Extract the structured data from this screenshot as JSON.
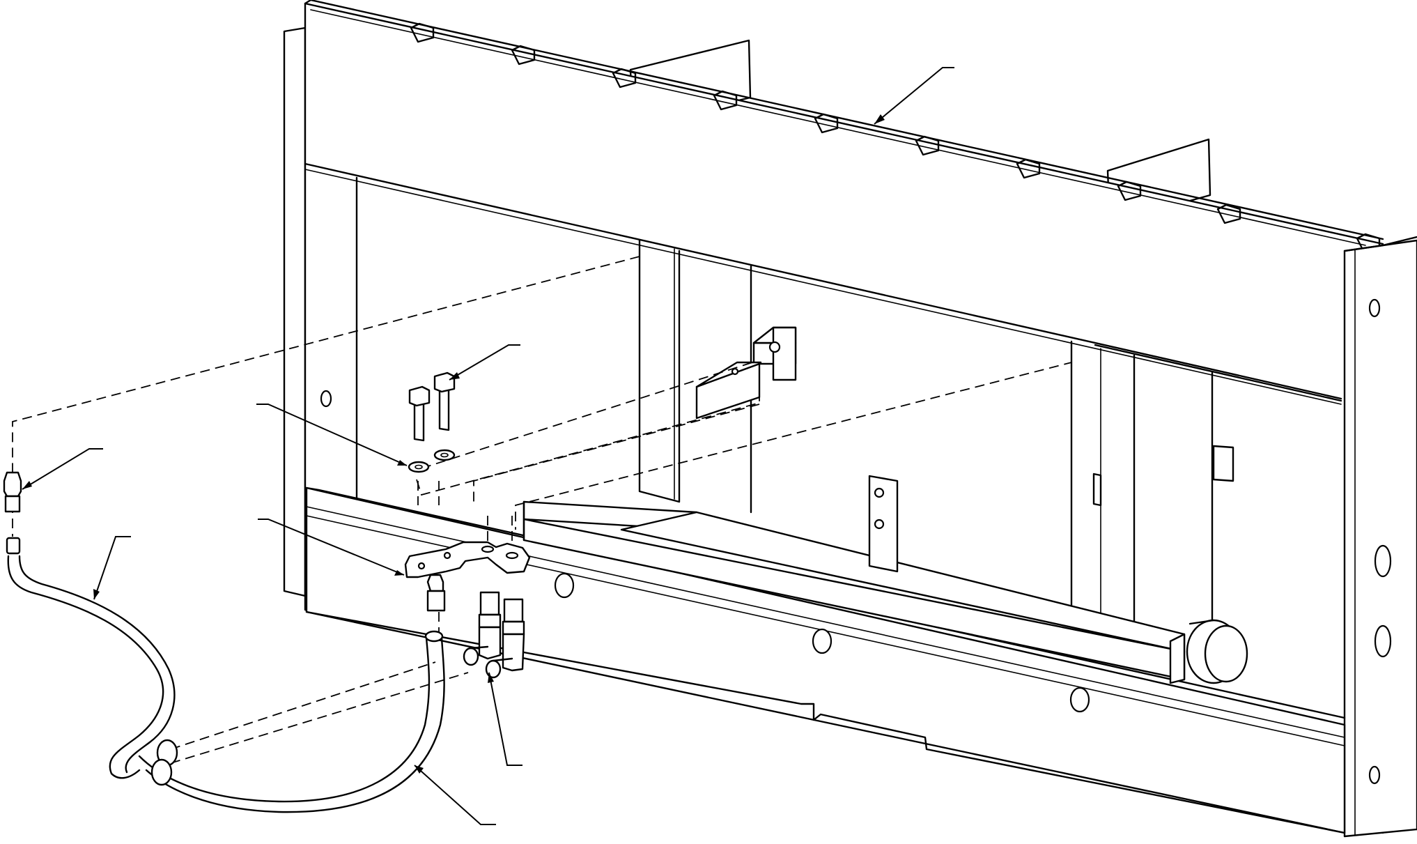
{
  "diagram": {
    "kind": "exploded-assembly-line-drawing",
    "callouts": [
      {
        "id": "c-frame",
        "part": "quick-attach-plate",
        "label": ""
      },
      {
        "id": "c-bolt",
        "part": "cap-screw",
        "label": ""
      },
      {
        "id": "c-washer",
        "part": "lock-washer",
        "label": ""
      },
      {
        "id": "c-bracket",
        "part": "bulkhead-bracket",
        "label": ""
      },
      {
        "id": "c-coupler",
        "part": "quick-coupler",
        "label": ""
      },
      {
        "id": "c-hose-left",
        "part": "hydraulic-hose",
        "label": ""
      },
      {
        "id": "c-elbow",
        "part": "elbow-fitting",
        "label": ""
      },
      {
        "id": "c-hose-bottom",
        "part": "hydraulic-hose",
        "label": ""
      }
    ]
  }
}
